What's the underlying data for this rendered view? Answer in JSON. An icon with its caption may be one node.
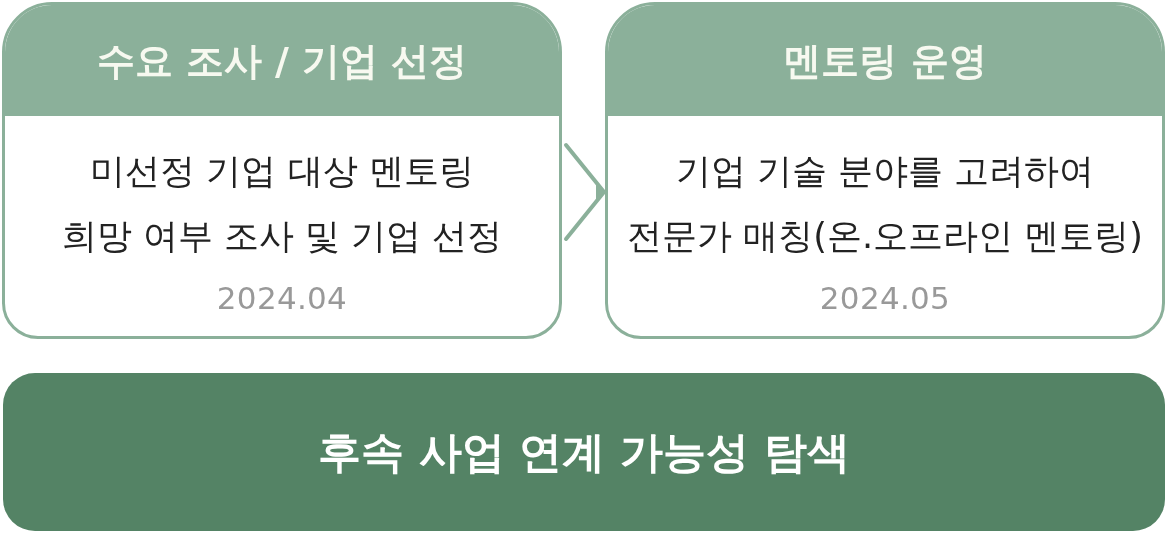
{
  "diagram": {
    "nodes": [
      {
        "text": [
          "수요 조사 / 기업 선정",
          "미선정 기업 대상 멘토링 희망 여부 조사 및 기업 선정",
          "2024.04"
        ]
      },
      {
        "text": [
          "멘토링 운영",
          "기업 기술 분야를 고려하여 전문가 매칭(온.오프라인 멘토링)",
          "2024.05"
        ]
      },
      {
        "text": [
          "후속 사업 연계 가능성 탐색"
        ]
      }
    ],
    "edges": [
      {
        "from": 0,
        "to": 1,
        "arrow": "to"
      }
    ]
  }
}
